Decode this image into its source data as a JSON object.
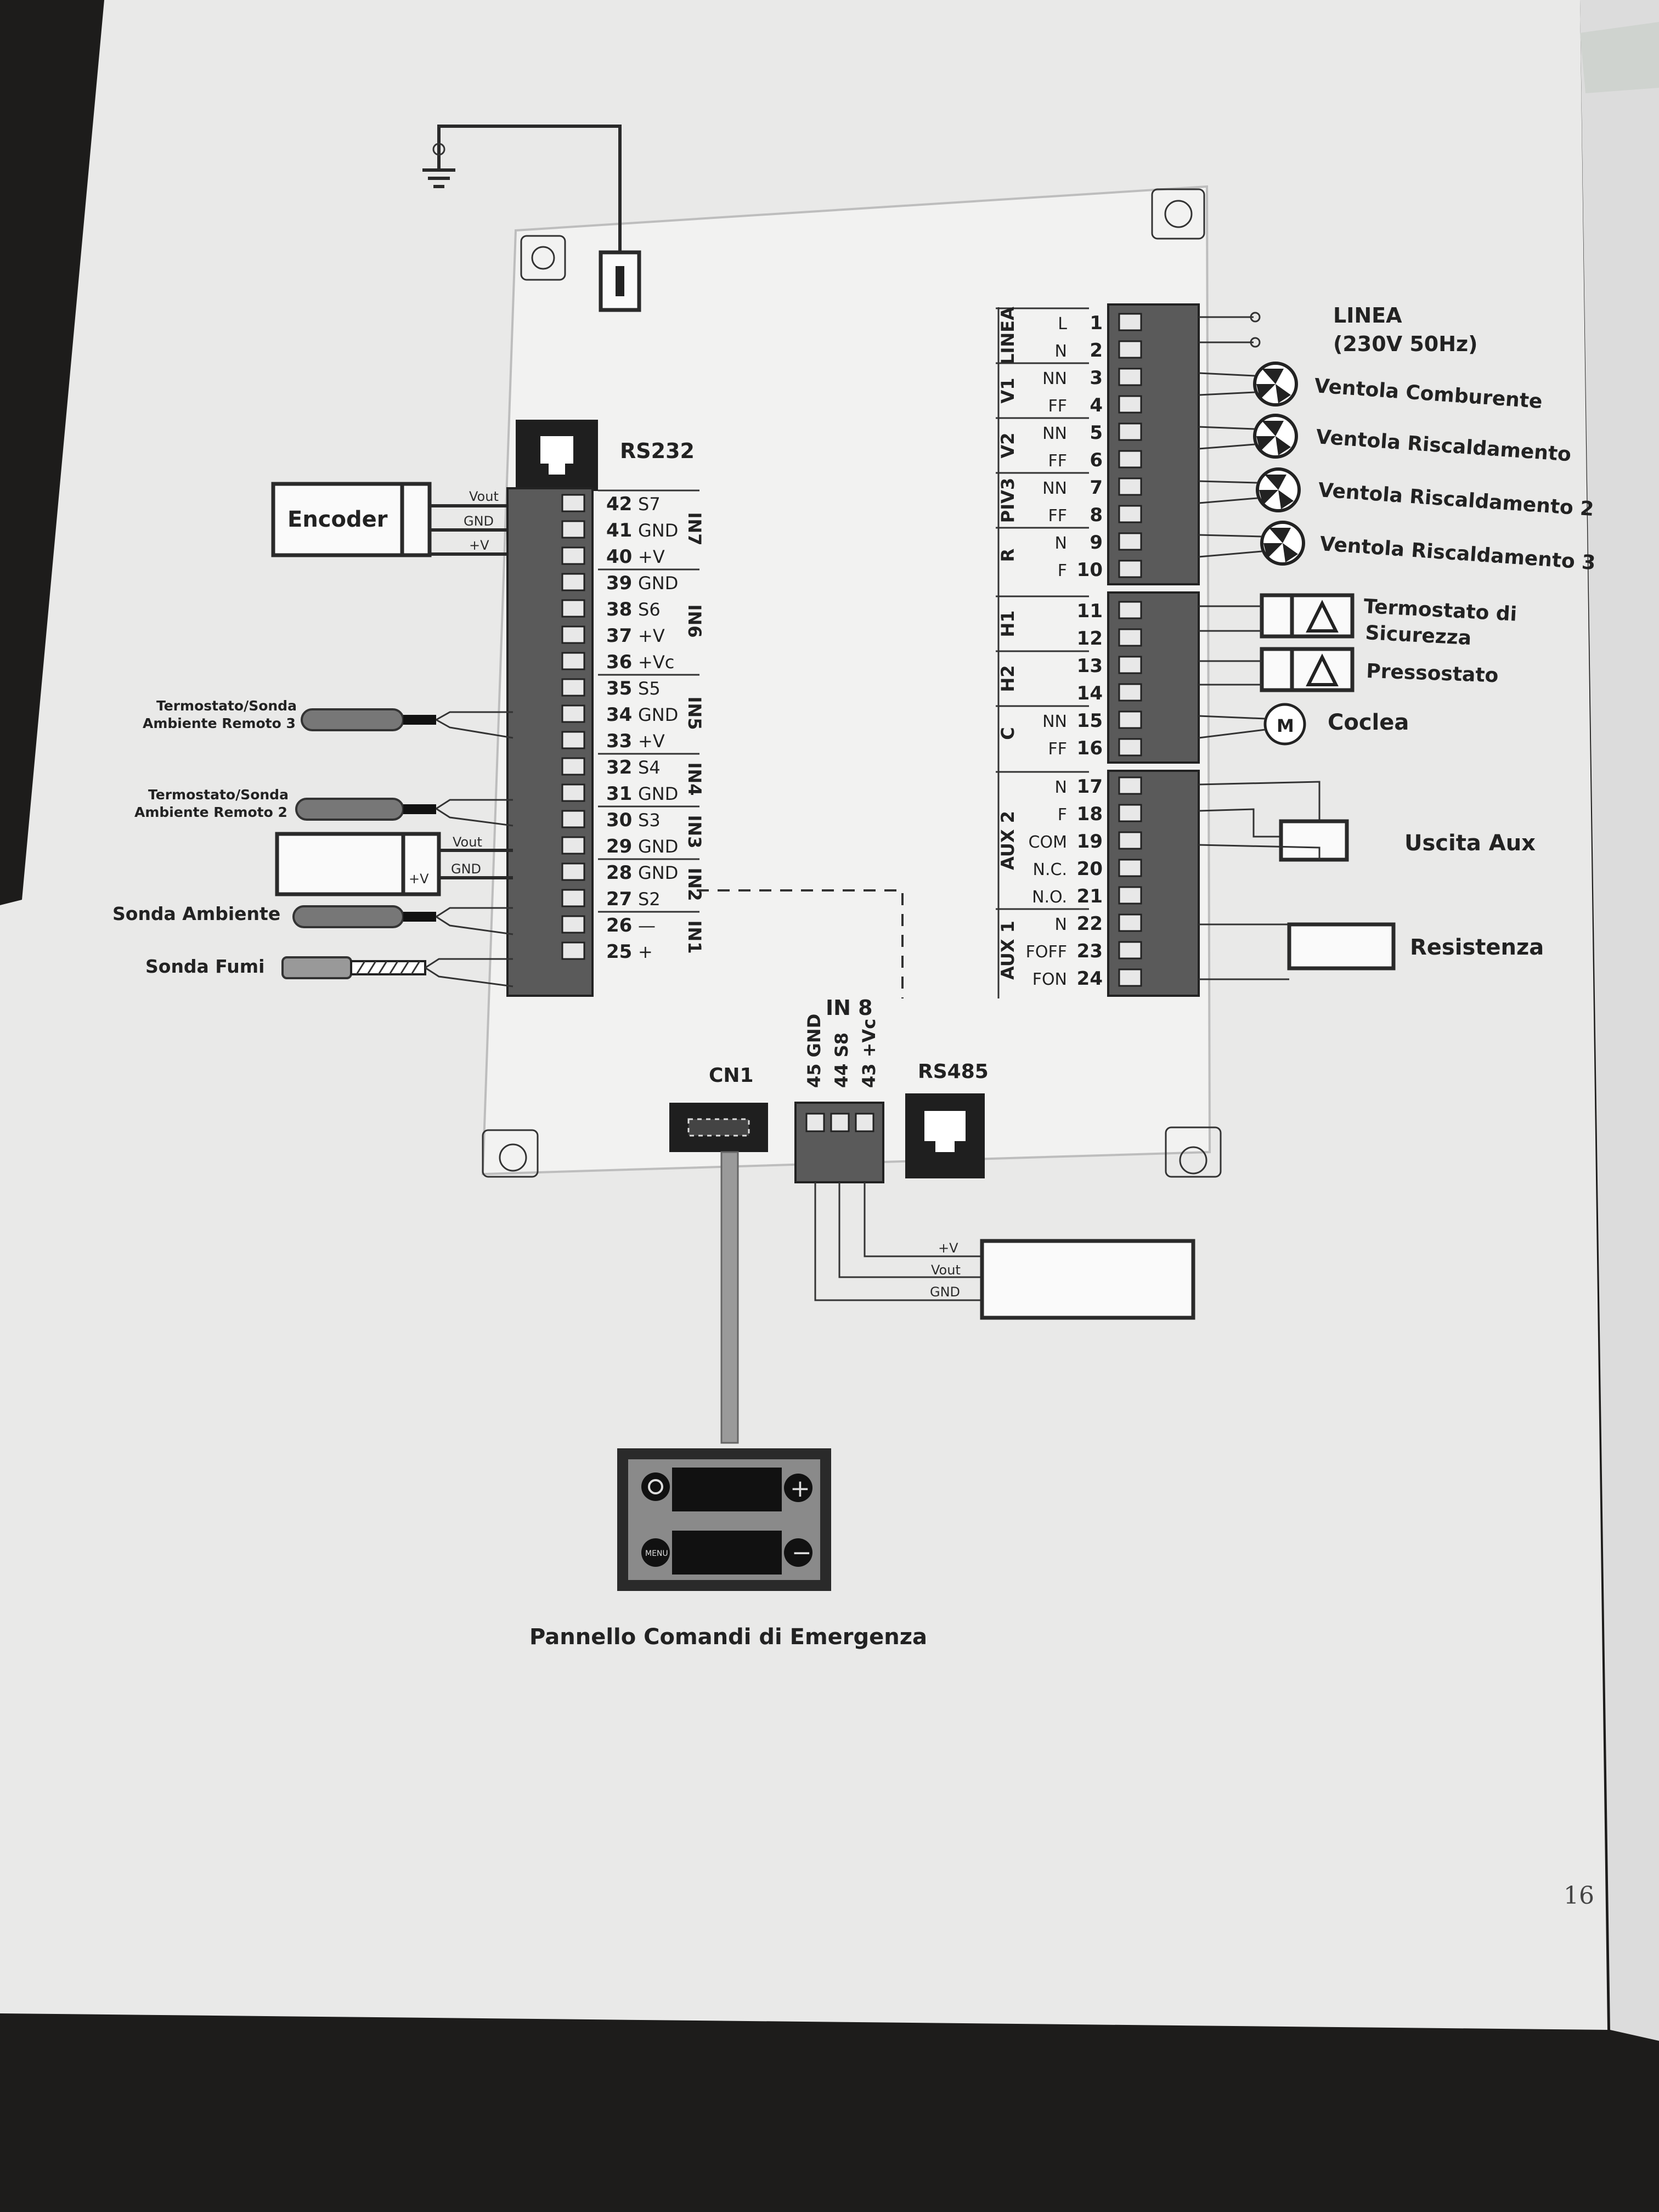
{
  "encoder": {
    "label": "Encoder",
    "pins": [
      "Vout",
      "GND",
      "+V"
    ]
  },
  "rs232": "RS232",
  "rs485": "RS485",
  "cn1": "CN1",
  "in8": {
    "title": "IN 8",
    "pins": [
      "45 GND",
      "44 S8",
      "43 +Vc"
    ]
  },
  "left_terminals": [
    {
      "num": "42",
      "name": "S7"
    },
    {
      "num": "41",
      "name": "GND"
    },
    {
      "num": "40",
      "name": "+V"
    },
    {
      "num": "39",
      "name": "GND"
    },
    {
      "num": "38",
      "name": "S6"
    },
    {
      "num": "37",
      "name": "+V"
    },
    {
      "num": "36",
      "name": "+Vc"
    },
    {
      "num": "35",
      "name": "S5"
    },
    {
      "num": "34",
      "name": "GND"
    },
    {
      "num": "33",
      "name": "+V"
    },
    {
      "num": "32",
      "name": "S4"
    },
    {
      "num": "31",
      "name": "GND"
    },
    {
      "num": "30",
      "name": "S3"
    },
    {
      "num": "29",
      "name": "GND"
    },
    {
      "num": "28",
      "name": "GND"
    },
    {
      "num": "27",
      "name": "S2"
    },
    {
      "num": "26",
      "name": "—"
    },
    {
      "num": "25",
      "name": "+"
    }
  ],
  "left_groups": [
    "IN7",
    "IN6",
    "IN5",
    "IN4",
    "IN3",
    "IN2",
    "IN1"
  ],
  "sensors": {
    "remote3": [
      "Termostato/Sonda",
      "Ambiente Remoto 3"
    ],
    "remote2": [
      "Termostato/Sonda",
      "Ambiente Remoto 2"
    ],
    "ambiente": "Sonda Ambiente",
    "fumi": "Sonda Fumi",
    "in3_pins": [
      "Vout",
      "GND",
      "+V"
    ]
  },
  "right_terminals": [
    {
      "name": "L",
      "num": "1"
    },
    {
      "name": "N",
      "num": "2"
    },
    {
      "name": "NN",
      "num": "3"
    },
    {
      "name": "FF",
      "num": "4"
    },
    {
      "name": "NN",
      "num": "5"
    },
    {
      "name": "FF",
      "num": "6"
    },
    {
      "name": "NN",
      "num": "7"
    },
    {
      "name": "FF",
      "num": "8"
    },
    {
      "name": "N",
      "num": "9"
    },
    {
      "name": "F",
      "num": "10"
    },
    {
      "name": "",
      "num": "11"
    },
    {
      "name": "",
      "num": "12"
    },
    {
      "name": "",
      "num": "13"
    },
    {
      "name": "",
      "num": "14"
    },
    {
      "name": "NN",
      "num": "15"
    },
    {
      "name": "FF",
      "num": "16"
    },
    {
      "name": "N",
      "num": "17"
    },
    {
      "name": "F",
      "num": "18"
    },
    {
      "name": "COM",
      "num": "19"
    },
    {
      "name": "N.C.",
      "num": "20"
    },
    {
      "name": "N.O.",
      "num": "21"
    },
    {
      "name": "N",
      "num": "22"
    },
    {
      "name": "FOFF",
      "num": "23"
    },
    {
      "name": "FON",
      "num": "24"
    }
  ],
  "right_groups": [
    "LINEA",
    "V1",
    "V2",
    "PIV3",
    "R",
    "H1",
    "H2",
    "C",
    "AUX 2",
    "AUX 1"
  ],
  "right_labels": {
    "linea": "LINEA",
    "linea_sub": "(230V 50Hz)",
    "vent1": "Ventola Comburente",
    "vent2": "Ventola Riscaldamento",
    "vent3": "Ventola Riscaldamento 2",
    "vent4": "Ventola Riscaldamento 3",
    "termostato": "Termostato di",
    "sicurezza": "Sicurezza",
    "pressostato": "Pressostato",
    "coclea": "Coclea",
    "motor": "M",
    "uscita": "Uscita Aux",
    "resistenza": "Resistenza"
  },
  "in8_device_pins": [
    "+V",
    "Vout",
    "GND"
  ],
  "panel": {
    "title": "Pannello Comandi di Emergenza",
    "menu": "MENU"
  },
  "page_number": "16"
}
